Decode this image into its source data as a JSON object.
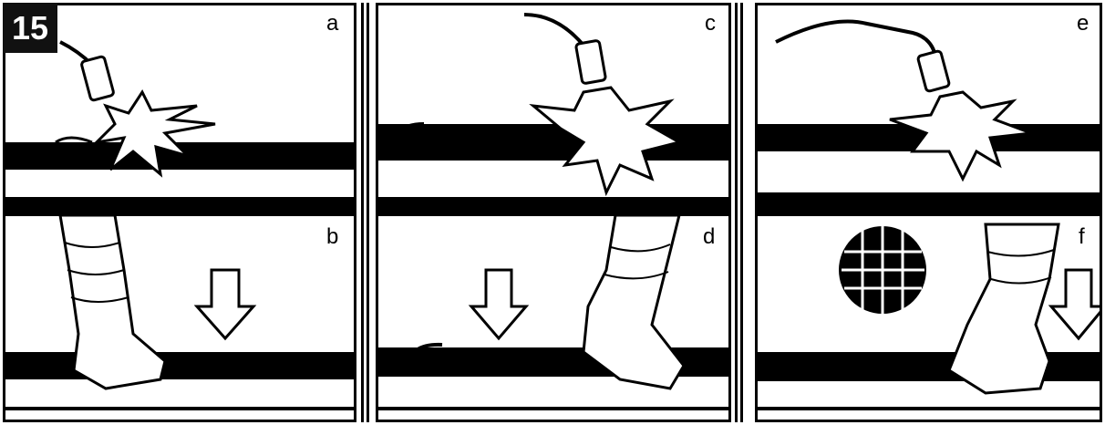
{
  "figure": {
    "step_number": "15",
    "panel_labels": {
      "a": "a",
      "b": "b",
      "c": "c",
      "d": "d",
      "e": "e",
      "f": "f"
    }
  },
  "colors": {
    "ink": "#000000",
    "paper": "#ffffff"
  },
  "icons": [
    "torch-icon",
    "flame-icon",
    "pressing-hand-icon",
    "down-arrow-icon",
    "mesh-pattern-icon"
  ]
}
